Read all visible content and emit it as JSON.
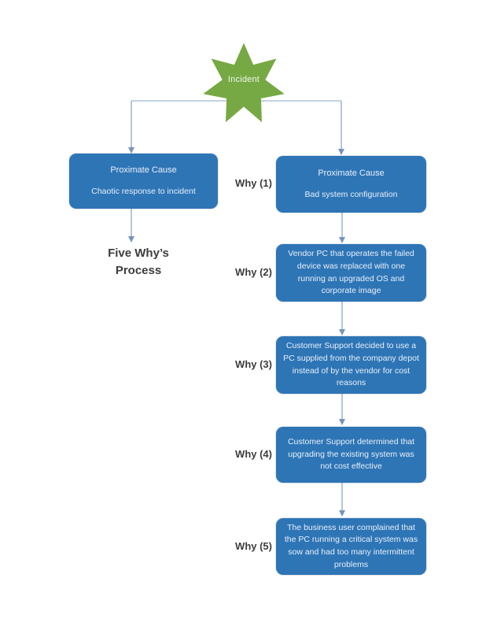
{
  "palette": {
    "star_green": "#76a944",
    "box_blue": "#2e75b6",
    "connector_line": "#8aa6c6",
    "connector_line_light": "#b0c4da",
    "arrowhead": "#7494bc",
    "label_text": "#3d3d3d",
    "box_text": "#e8f0f9"
  },
  "star": {
    "label": "Incident"
  },
  "process_label": {
    "line1": "Five Why’s",
    "line2": "Process"
  },
  "left_branch": {
    "box": {
      "title": "Proximate Cause",
      "body": "Chaotic response to incident"
    }
  },
  "right_branch": {
    "steps": [
      {
        "label": "Why (1)",
        "title": "Proximate Cause",
        "body": "Bad system configuration"
      },
      {
        "label": "Why (2)",
        "body": "Vendor PC that operates the failed device was replaced with one running an upgraded OS and corporate image"
      },
      {
        "label": "Why (3)",
        "body": "Customer Support decided to use a PC supplied from the company depot instead of by the vendor for cost reasons"
      },
      {
        "label": "Why (4)",
        "body": "Customer Support determined that upgrading the existing system was not cost effective"
      },
      {
        "label": "Why (5)",
        "body": "The business user complained that the PC running a critical system was sow and had too many intermittent problems"
      }
    ]
  }
}
